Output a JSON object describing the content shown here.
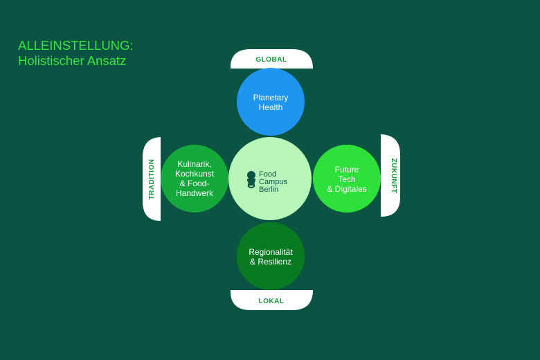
{
  "heading": {
    "line1": "ALLEINSTELLUNG:",
    "line2": "Holistischer Ansatz"
  },
  "pills": {
    "top": "GLOBAL",
    "bottom": "LOKAL",
    "left": "TRADITION",
    "right": "ZUKUNFT"
  },
  "circles": {
    "top": {
      "line1": "Planetary",
      "line2": "Health",
      "color": "#1e96f0"
    },
    "left": {
      "line1": "Kulinarik,",
      "line2": "Kochkunst",
      "line3": "& Food-",
      "line4": "Handwerk",
      "color": "#15a83a"
    },
    "right": {
      "line1": "Future",
      "line2": "Tech",
      "line3": "& Digitales",
      "color": "#2ee03a"
    },
    "bottom": {
      "line1": "Regionalität",
      "line2": "& Resilienz",
      "color": "#0a7a22"
    }
  },
  "center": {
    "line1": "Food",
    "line2": "Campus",
    "line3": "Berlin",
    "color": "#b8f5b9",
    "icon": "food-campus-logo-icon"
  }
}
